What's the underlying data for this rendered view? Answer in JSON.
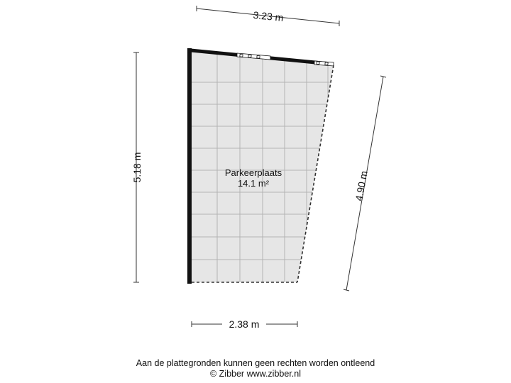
{
  "room": {
    "name": "Parkeerplaats",
    "area": "14.1 m²"
  },
  "dimensions": {
    "top": "3.23 m",
    "left": "5.18 m",
    "right": "4.90 m",
    "bottom": "2.38 m"
  },
  "footer": {
    "disclaimer": "Aan de plattegronden kunnen geen rechten worden ontleend",
    "copyright": "© Zibber www.zibber.nl"
  },
  "colors": {
    "floor_fill": "#e6e6e6",
    "grid_line": "#b4b4b4",
    "wall": "#111111",
    "dimension_line": "#333333"
  }
}
